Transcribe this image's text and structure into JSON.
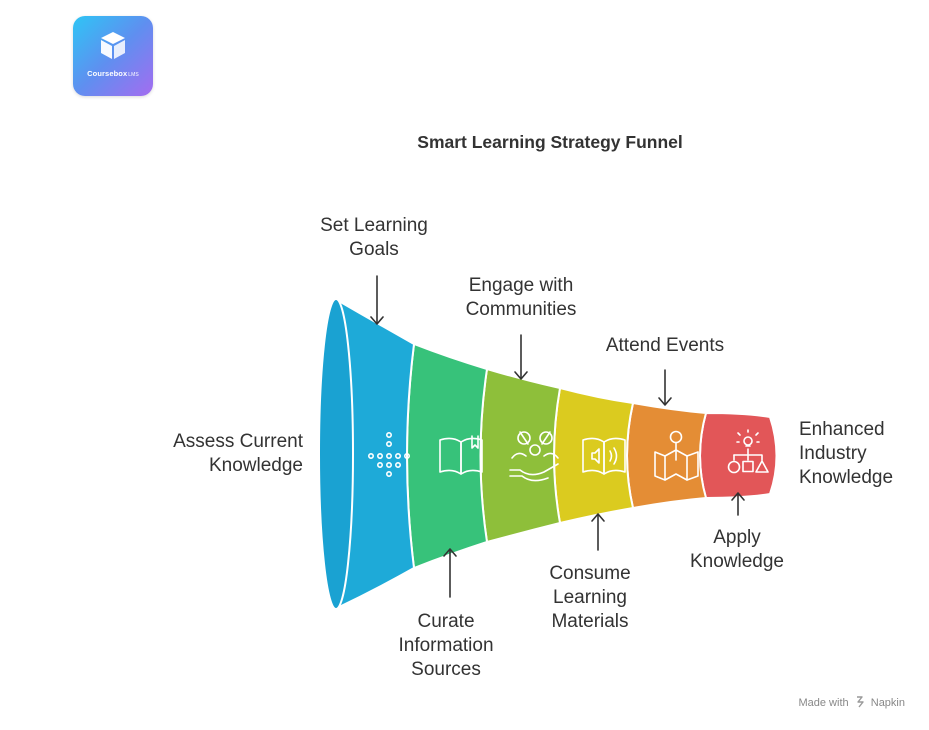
{
  "brand": {
    "logo_name": "Coursebox",
    "logo_suffix": "LMS"
  },
  "title": "Smart Learning Strategy Funnel",
  "stages": [
    {
      "label_lines": [
        "Assess Current",
        "Knowledge"
      ],
      "color": "#1eaad8",
      "icon": "dots-funnel-icon"
    },
    {
      "label_lines": [
        "Set Learning",
        "Goals"
      ],
      "color": "#1eaad8",
      "icon": "dots-funnel-icon"
    },
    {
      "label_lines": [
        "Curate",
        "Information",
        "Sources"
      ],
      "color": "#37c27a",
      "icon": "open-book-icon"
    },
    {
      "label_lines": [
        "Engage with",
        "Communities"
      ],
      "color": "#8ebf3a",
      "icon": "community-hands-icon"
    },
    {
      "label_lines": [
        "Consume",
        "Learning",
        "Materials"
      ],
      "color": "#dbcb1f",
      "icon": "audio-book-icon"
    },
    {
      "label_lines": [
        "Attend Events"
      ],
      "color": "#e48d35",
      "icon": "map-pin-icon"
    },
    {
      "label_lines": [
        "Apply",
        "Knowledge"
      ],
      "color": "#e25658",
      "icon": "idea-shapes-icon"
    },
    {
      "label_lines": [
        "Enhanced",
        "Industry",
        "Knowledge"
      ],
      "color": "#e25658",
      "icon": ""
    }
  ],
  "footer": {
    "prefix": "Made with",
    "brand": "Napkin"
  }
}
